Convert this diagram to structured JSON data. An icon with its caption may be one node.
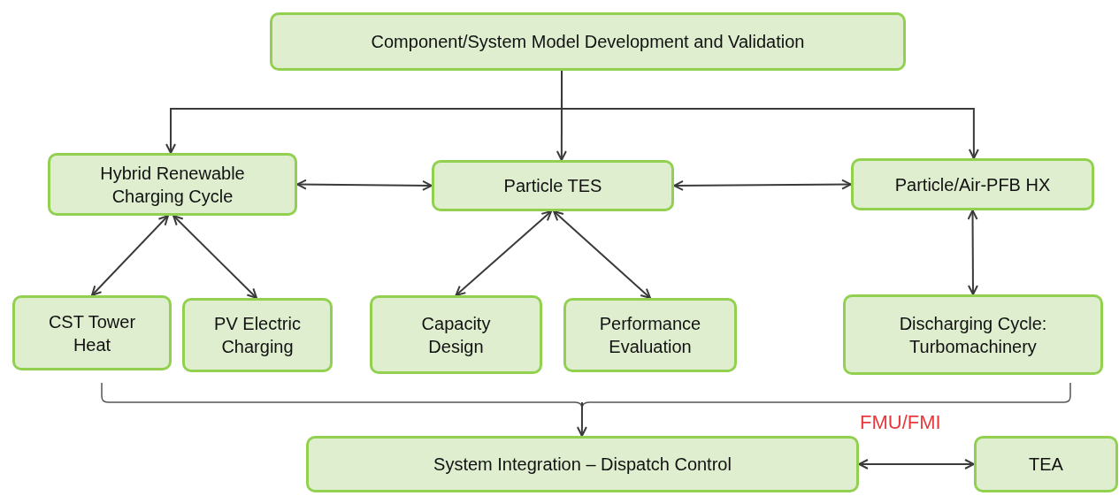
{
  "diagram": {
    "nodes": [
      {
        "text": [
          "Component/System Model Development and Validation"
        ]
      },
      {
        "text": [
          "Hybrid Renewable Charging Cycle"
        ]
      },
      {
        "text": [
          "Particle TES"
        ]
      },
      {
        "text": [
          "Particle/Air-PFB HX"
        ]
      },
      {
        "text": [
          "CST Tower Heat"
        ]
      },
      {
        "text": [
          "PV Electric Charging"
        ]
      },
      {
        "text": [
          "Capacity Design"
        ]
      },
      {
        "text": [
          "Performance Evaluation"
        ]
      },
      {
        "text": [
          "Discharging Cycle: Turbomachinery"
        ]
      },
      {
        "text": [
          "System Integration – Dispatch Control"
        ]
      },
      {
        "text": [
          "TEA"
        ]
      }
    ],
    "edges": [
      {
        "from": 0,
        "to": 1,
        "arrow": "to"
      },
      {
        "from": 0,
        "to": 2,
        "arrow": "to"
      },
      {
        "from": 0,
        "to": 3,
        "arrow": "to"
      },
      {
        "from": 1,
        "to": 2,
        "arrow": "both"
      },
      {
        "from": 2,
        "to": 3,
        "arrow": "both"
      },
      {
        "from": 1,
        "to": 4,
        "arrow": "both"
      },
      {
        "from": 1,
        "to": 5,
        "arrow": "both"
      },
      {
        "from": 2,
        "to": 6,
        "arrow": "both"
      },
      {
        "from": 2,
        "to": 7,
        "arrow": "both"
      },
      {
        "from": 3,
        "to": 8,
        "arrow": "both"
      },
      {
        "from": null,
        "to": 9,
        "arrow": "to"
      },
      {
        "from": 9,
        "to": 10,
        "arrow": "both"
      }
    ],
    "labels": [
      "FMU/FMI"
    ]
  }
}
